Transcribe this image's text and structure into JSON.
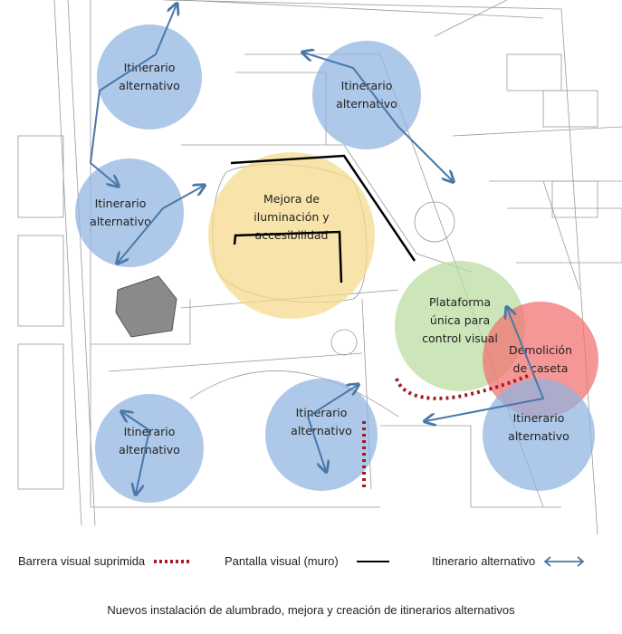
{
  "zones": [
    {
      "id": "alt-top-left",
      "lines": [
        "Itinerario",
        "alternativo"
      ],
      "color": "#8fb3e0"
    },
    {
      "id": "alt-top-right",
      "lines": [
        "Itinerario",
        "alternativo"
      ],
      "color": "#8fb3e0"
    },
    {
      "id": "alt-left",
      "lines": [
        "Itinerario",
        "alternativo"
      ],
      "color": "#8fb3e0"
    },
    {
      "id": "lighting",
      "lines": [
        "Mejora de",
        "iluminación y",
        "accesibilidad"
      ],
      "color": "#f5d98a"
    },
    {
      "id": "platform",
      "lines": [
        "Plataforma",
        "única para",
        "control visual"
      ],
      "color": "#b9dca0"
    },
    {
      "id": "demolition",
      "lines": [
        "Demolición",
        "de caseta"
      ],
      "color": "#f36f6f"
    },
    {
      "id": "alt-bottom-right",
      "lines": [
        "Itinerario",
        "alternativo"
      ],
      "color": "#8fb3e0"
    },
    {
      "id": "alt-bottom-left",
      "lines": [
        "Itinerario",
        "alternativo"
      ],
      "color": "#8fb3e0"
    },
    {
      "id": "alt-bottom-mid",
      "lines": [
        "Itinerario",
        "alternativo"
      ],
      "color": "#8fb3e0"
    }
  ],
  "legend": {
    "barrier": {
      "label": "Barrera visual suprimida",
      "color": "#a31c22"
    },
    "screen": {
      "label": "Pantalla visual (muro)",
      "color": "#000000"
    },
    "route": {
      "label": "Itinerario alternativo",
      "color": "#4a78a8"
    }
  },
  "caption": "Nuevos instalación de alumbrado, mejora y creación de itinerarios alternativos"
}
